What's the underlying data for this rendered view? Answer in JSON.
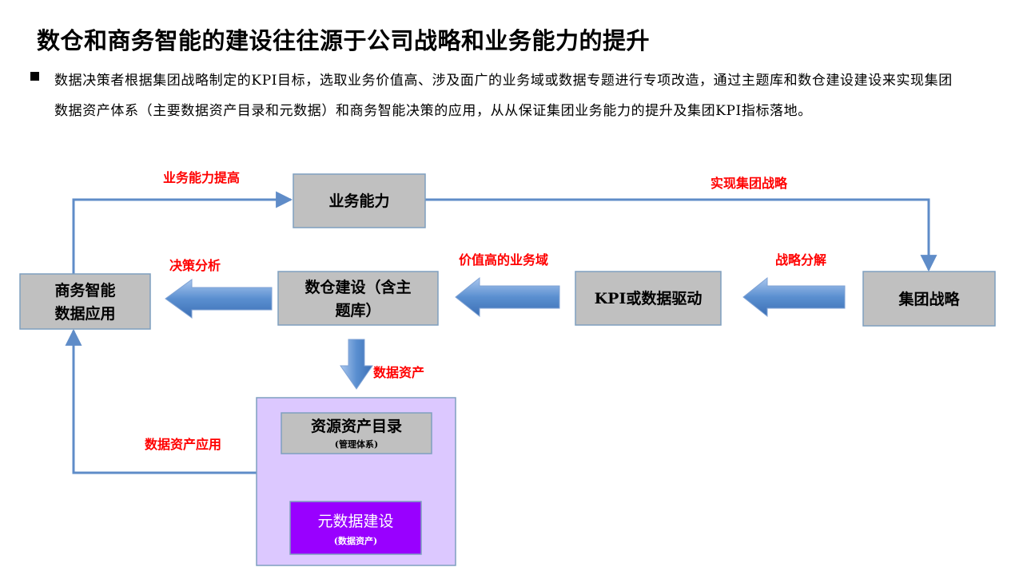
{
  "title": "数仓和商务智能的建设往往源于公司战略和业务能力的提升",
  "bullet": "数据决策者根据集团战略制定的KPI目标，选取业务价值高、涉及面广的业务域或数据专题进行专项改造，通过主题库和数仓建设建设来实现集团数据资产体系（主要数据资产目录和元数据）和商务智能决策的应用，从从保证集团业务能力的提升及集团KPI指标落地。",
  "nodes": {
    "business_capability": "业务能力",
    "bi_line1": "商务智能",
    "bi_line2": "数据应用",
    "dw_line1": "数仓建设（含主",
    "dw_line2": "题库）",
    "kpi": "KPI或数据驱动",
    "strategy": "集团战略",
    "catalog": "资源资产目录",
    "catalog_sub": "(管理体系)",
    "metadata": "元数据建设",
    "metadata_sub": "(数据资产)"
  },
  "labels": {
    "capability_up": "业务能力提高",
    "realize_strategy": "实现集团战略",
    "decision_analysis": "决策分析",
    "high_value_domain": "价值高的业务域",
    "strategy_decompose": "战略分解",
    "data_assets": "数据资产",
    "data_asset_application": "数据资产应用"
  },
  "colors": {
    "node_fill": "#c0c0c0",
    "node_border": "#7f9fbf",
    "container_fill": "#dcc8ff",
    "metadata_fill": "#9900ff",
    "arrow_fill": "#5a8fd0",
    "connector": "#5f8cc8",
    "label_red": "#ff0000"
  }
}
